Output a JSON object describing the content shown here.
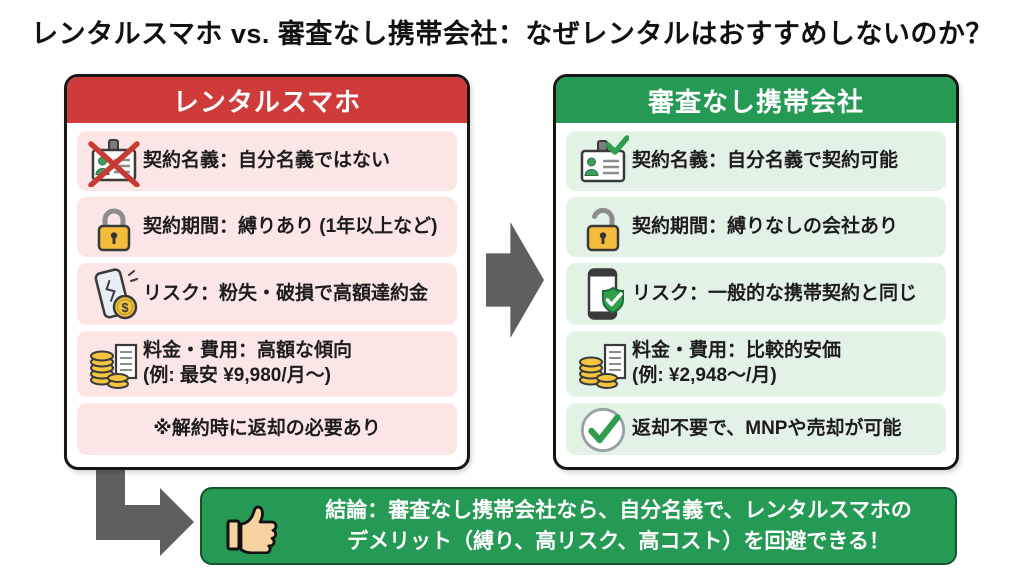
{
  "title": "レンタルスマホ vs. 審査なし携帯会社：なぜレンタルはおすすめしないのか？",
  "left_panel": {
    "title": "レンタルスマホ",
    "header_color": "#cf3b3b",
    "row_bg": "#fbe5e5",
    "rows": [
      {
        "icon": "id-card-crossed-icon",
        "text": "契約名義：自分名義ではない"
      },
      {
        "icon": "lock-closed-icon",
        "text": "契約期間：縛りあり (1年以上など)"
      },
      {
        "icon": "broken-phone-money-icon",
        "text": "リスク：粉失・破損で高額達約金"
      },
      {
        "icon": "coins-receipt-icon",
        "text": "料金・費用：高額な傾向",
        "subtext": "(例: 最安 ¥9,980/月〜)"
      },
      {
        "icon": "none",
        "text": "※解約時に返却の必要あり"
      }
    ]
  },
  "right_panel": {
    "title": "審査なし携帯会社",
    "header_color": "#259a54",
    "row_bg": "#e2f3e6",
    "rows": [
      {
        "icon": "id-card-check-icon",
        "text": "契約名義：自分名義で契約可能"
      },
      {
        "icon": "lock-open-icon",
        "text": "契約期間：縛りなしの会社あり"
      },
      {
        "icon": "phone-shield-icon",
        "text": "リスク：一般的な携帯契約と同じ"
      },
      {
        "icon": "coins-receipt-icon",
        "text": "料金・費用：比較的安価",
        "subtext": "(例: ¥2,948〜/月)"
      },
      {
        "icon": "check-circle-icon",
        "text": "返却不要で、MNPや売却が可能"
      }
    ]
  },
  "conclusion": {
    "icon": "thumbs-up-icon",
    "line1": "結論：審査なし携帯会社なら、自分名義で、レンタルスマホの",
    "line2": "デメリット（縛り、高リスク、高コスト）を回避できる！",
    "bg_color": "#259a54"
  },
  "colors": {
    "title_text": "#111111",
    "panel_border": "#161616",
    "arrow_gray": "#5f5f5f",
    "row_text": "#1c1c1c",
    "coin_gold": "#f5c542",
    "lock_gold": "#f3bc3c",
    "check_green": "#2f9e4f",
    "cross_red": "#c63b34"
  }
}
